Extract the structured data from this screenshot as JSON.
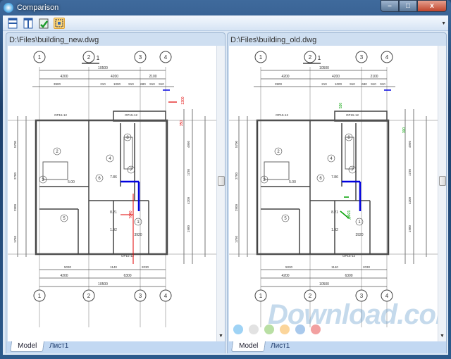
{
  "window": {
    "title": "Comparison",
    "minimize": "–",
    "maximize": "□",
    "close": "x"
  },
  "toolbar": {
    "buttons": [
      {
        "name": "horizontal-split-icon",
        "active": false
      },
      {
        "name": "vertical-split-icon",
        "active": false
      },
      {
        "name": "refresh-compare-icon",
        "active": false
      },
      {
        "name": "sync-views-icon",
        "active": true
      }
    ]
  },
  "plan": {
    "axes": [
      "1",
      "2",
      "3",
      "4"
    ],
    "total_dim": "10500",
    "span_dims": [
      "4200",
      "4200",
      "2100"
    ],
    "sub_dims": [
      "3900",
      "210",
      "1000",
      "910",
      "680",
      "910",
      "910"
    ],
    "bottom_dims": [
      "4200",
      "6300"
    ],
    "bottom_sub": [
      "5030",
      "1140",
      "2030"
    ],
    "rooms": [
      "2",
      "4",
      "7",
      "8",
      "5",
      "3",
      "1",
      "6"
    ],
    "areas": [
      "7.86",
      "8.21",
      "1.92",
      "5.00",
      "3920"
    ],
    "left_dims": [
      "5700",
      "2700",
      "2900",
      "1750"
    ],
    "right_dims": [
      "4950",
      "1730",
      "4200",
      "1980"
    ],
    "window_label": "ОР15-12"
  },
  "panes": [
    {
      "path": "D:\\Files\\building_new.dwg",
      "highlight": "#e00000",
      "highlight2": "#0000e0",
      "tabs": [
        "Model",
        "Лист1"
      ]
    },
    {
      "path": "D:\\Files\\building_old.dwg",
      "highlight": "#00a000",
      "highlight2": "#0000e0",
      "tabs": [
        "Model",
        "Лист1"
      ]
    }
  ],
  "watermark": {
    "text": "Download.com.vn",
    "dot_colors": [
      "#9fd3f5",
      "#e2e2e2",
      "#b9dfa4",
      "#fbd59b",
      "#a9c9ec",
      "#f2a0a0"
    ]
  }
}
